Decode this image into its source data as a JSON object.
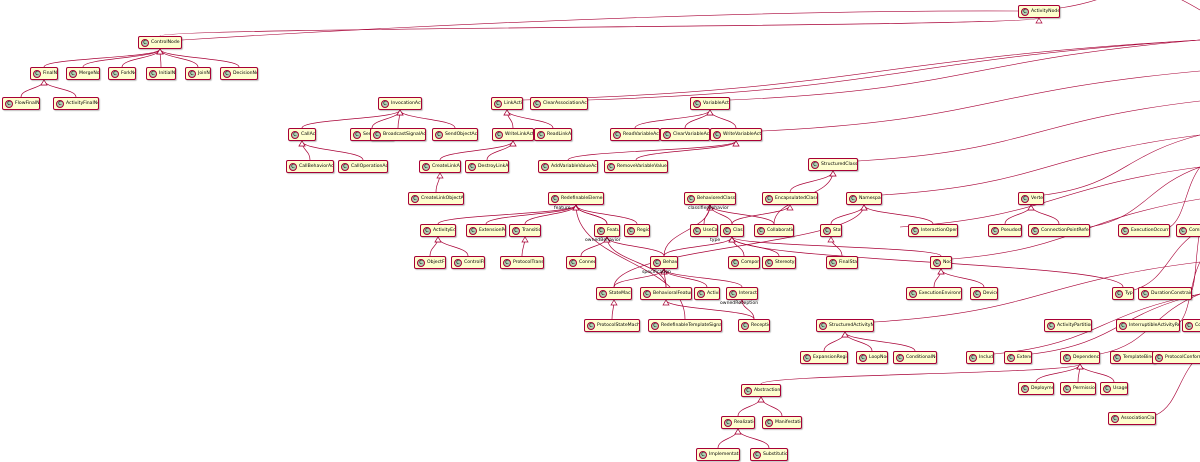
{
  "diagram": {
    "nodes": [
      {
        "id": "ControlNode",
        "label": "ControlNode"
      },
      {
        "id": "FinalNode",
        "label": "FinalNode"
      },
      {
        "id": "MergeNode",
        "label": "MergeNode"
      },
      {
        "id": "ForkNode",
        "label": "ForkNode"
      },
      {
        "id": "InitialNode",
        "label": "InitialNode"
      },
      {
        "id": "JoinNode",
        "label": "JoinNode"
      },
      {
        "id": "DecisionNode",
        "label": "DecisionNode"
      },
      {
        "id": "FlowFinalNode",
        "label": "FlowFinalNode"
      },
      {
        "id": "ActivityFinalNode",
        "label": "ActivityFinalNode"
      },
      {
        "id": "ActivityNode",
        "label": "ActivityNode"
      },
      {
        "id": "InvocationAction",
        "label": "InvocationAction"
      },
      {
        "id": "CallAction",
        "label": "CallAction"
      },
      {
        "id": "SendSignalAction",
        "label": "SendSignalAction"
      },
      {
        "id": "BroadcastSignalAction",
        "label": "BroadcastSignalAction"
      },
      {
        "id": "SendObjectAction",
        "label": "SendObjectAction"
      },
      {
        "id": "CallBehaviorAction",
        "label": "CallBehaviorAction"
      },
      {
        "id": "CallOperationAction",
        "label": "CallOperationAction"
      },
      {
        "id": "LinkAction",
        "label": "LinkAction"
      },
      {
        "id": "ClearAssociationAction",
        "label": "ClearAssociationAction"
      },
      {
        "id": "WriteLinkAction",
        "label": "WriteLinkAction"
      },
      {
        "id": "ReadLinkAction",
        "label": "ReadLinkAction"
      },
      {
        "id": "CreateLinkAction",
        "label": "CreateLinkAction"
      },
      {
        "id": "DestroyLinkAction",
        "label": "DestroyLinkAction"
      },
      {
        "id": "CreateLinkObjectAction",
        "label": "CreateLinkObjectAction"
      },
      {
        "id": "VariableAction",
        "label": "VariableAction"
      },
      {
        "id": "ReadVariableAction",
        "label": "ReadVariableAction"
      },
      {
        "id": "ClearVariableAction",
        "label": "ClearVariableAction"
      },
      {
        "id": "WriteVariableAction",
        "label": "WriteVariableAction"
      },
      {
        "id": "AddVariableValueAction",
        "label": "AddVariableValueAction"
      },
      {
        "id": "RemoveVariableValueAction",
        "label": "RemoveVariableValueAction"
      },
      {
        "id": "StructuredClassifier",
        "label": "StructuredClassifier"
      },
      {
        "id": "EncapsulatedClassifier",
        "label": "EncapsulatedClassifier"
      },
      {
        "id": "BehavioredClassifier",
        "label": "BehavioredClassifier"
      },
      {
        "id": "RedefinableElement",
        "label": "RedefinableElement"
      },
      {
        "id": "Namespace",
        "label": "Namespace"
      },
      {
        "id": "Vertex",
        "label": "Vertex"
      },
      {
        "id": "ActivityEdge",
        "label": "ActivityEdge"
      },
      {
        "id": "ExtensionPoint",
        "label": "ExtensionPoint"
      },
      {
        "id": "Transition",
        "label": "Transition"
      },
      {
        "id": "Feature",
        "label": "Feature"
      },
      {
        "id": "Region",
        "label": "Region"
      },
      {
        "id": "UseCase",
        "label": "UseCase"
      },
      {
        "id": "Class",
        "label": "Class"
      },
      {
        "id": "Collaboration",
        "label": "Collaboration"
      },
      {
        "id": "State",
        "label": "State"
      },
      {
        "id": "InteractionOperand",
        "label": "InteractionOperand"
      },
      {
        "id": "Pseudostate",
        "label": "Pseudostate"
      },
      {
        "id": "ConnectionPointReference",
        "label": "ConnectionPointReference"
      },
      {
        "id": "ExecutionOccurrence",
        "label": "ExecutionOccurrence"
      },
      {
        "id": "Combin",
        "label": "Combin"
      },
      {
        "id": "ObjectFlow",
        "label": "ObjectFlow"
      },
      {
        "id": "ControlFlow",
        "label": "ControlFlow"
      },
      {
        "id": "ProtocolTransition",
        "label": "ProtocolTransition"
      },
      {
        "id": "Connector",
        "label": "Connector"
      },
      {
        "id": "Behavior",
        "label": "Behavior"
      },
      {
        "id": "Component",
        "label": "Component"
      },
      {
        "id": "Stereotype",
        "label": "Stereotype"
      },
      {
        "id": "FinalState",
        "label": "FinalState"
      },
      {
        "id": "Node",
        "label": "Node"
      },
      {
        "id": "StateMachine",
        "label": "StateMachine"
      },
      {
        "id": "BehavioralFeature",
        "label": "BehavioralFeature"
      },
      {
        "id": "Activity",
        "label": "Activity"
      },
      {
        "id": "Interaction",
        "label": "Interaction"
      },
      {
        "id": "ExecutionEnvironment",
        "label": "ExecutionEnvironment"
      },
      {
        "id": "Device",
        "label": "Device"
      },
      {
        "id": "Type",
        "label": "Type"
      },
      {
        "id": "DurationConstraint",
        "label": "DurationConstraint"
      },
      {
        "id": "ProtocolStateMachine",
        "label": "ProtocolStateMachine"
      },
      {
        "id": "RedefinableTemplateSignature",
        "label": "RedefinableTemplateSignature"
      },
      {
        "id": "Reception",
        "label": "Reception"
      },
      {
        "id": "StructuredActivityNode",
        "label": "StructuredActivityNode"
      },
      {
        "id": "ActivityPartition",
        "label": "ActivityPartition"
      },
      {
        "id": "InterruptibleActivityRegion",
        "label": "InterruptibleActivityRegion"
      },
      {
        "id": "Comm",
        "label": "Comm"
      },
      {
        "id": "ExpansionRegion",
        "label": "ExpansionRegion"
      },
      {
        "id": "LoopNode",
        "label": "LoopNode"
      },
      {
        "id": "ConditionalNode",
        "label": "ConditionalNode"
      },
      {
        "id": "Include",
        "label": "Include"
      },
      {
        "id": "Extend",
        "label": "Extend"
      },
      {
        "id": "Dependency",
        "label": "Dependency"
      },
      {
        "id": "TemplateBinding",
        "label": "TemplateBinding"
      },
      {
        "id": "ProtocolConformance",
        "label": "ProtocolConformance"
      },
      {
        "id": "Deployment",
        "label": "Deployment"
      },
      {
        "id": "Permission",
        "label": "Permission"
      },
      {
        "id": "Usage",
        "label": "Usage"
      },
      {
        "id": "Abstraction",
        "label": "Abstraction"
      },
      {
        "id": "Realization",
        "label": "Realization"
      },
      {
        "id": "Manifestation",
        "label": "Manifestation"
      },
      {
        "id": "Implementation",
        "label": "Implementation"
      },
      {
        "id": "Substitution",
        "label": "Substitution"
      },
      {
        "id": "AssociationClass",
        "label": "AssociationClass"
      }
    ],
    "edges": [
      {
        "from": "FinalNode",
        "to": "ControlNode",
        "kind": "generalization"
      },
      {
        "from": "MergeNode",
        "to": "ControlNode",
        "kind": "generalization"
      },
      {
        "from": "ForkNode",
        "to": "ControlNode",
        "kind": "generalization"
      },
      {
        "from": "InitialNode",
        "to": "ControlNode",
        "kind": "generalization"
      },
      {
        "from": "JoinNode",
        "to": "ControlNode",
        "kind": "generalization"
      },
      {
        "from": "DecisionNode",
        "to": "ControlNode",
        "kind": "generalization"
      },
      {
        "from": "FlowFinalNode",
        "to": "FinalNode",
        "kind": "generalization"
      },
      {
        "from": "ActivityFinalNode",
        "to": "FinalNode",
        "kind": "generalization"
      },
      {
        "from": "ControlNode",
        "to": "ActivityNode",
        "kind": "generalization"
      },
      {
        "from": "CallAction",
        "to": "InvocationAction",
        "kind": "generalization"
      },
      {
        "from": "SendSignalAction",
        "to": "InvocationAction",
        "kind": "generalization"
      },
      {
        "from": "BroadcastSignalAction",
        "to": "InvocationAction",
        "kind": "generalization"
      },
      {
        "from": "SendObjectAction",
        "to": "InvocationAction",
        "kind": "generalization"
      },
      {
        "from": "CallBehaviorAction",
        "to": "CallAction",
        "kind": "generalization"
      },
      {
        "from": "CallOperationAction",
        "to": "CallAction",
        "kind": "generalization"
      },
      {
        "from": "WriteLinkAction",
        "to": "LinkAction",
        "kind": "generalization"
      },
      {
        "from": "ReadLinkAction",
        "to": "LinkAction",
        "kind": "generalization"
      },
      {
        "from": "CreateLinkAction",
        "to": "WriteLinkAction",
        "kind": "generalization"
      },
      {
        "from": "DestroyLinkAction",
        "to": "WriteLinkAction",
        "kind": "generalization"
      },
      {
        "from": "CreateLinkObjectAction",
        "to": "CreateLinkAction",
        "kind": "generalization"
      },
      {
        "from": "ReadVariableAction",
        "to": "VariableAction",
        "kind": "generalization"
      },
      {
        "from": "ClearVariableAction",
        "to": "VariableAction",
        "kind": "generalization"
      },
      {
        "from": "WriteVariableAction",
        "to": "VariableAction",
        "kind": "generalization"
      },
      {
        "from": "AddVariableValueAction",
        "to": "WriteVariableAction",
        "kind": "generalization"
      },
      {
        "from": "RemoveVariableValueAction",
        "to": "WriteVariableAction",
        "kind": "generalization"
      },
      {
        "from": "EncapsulatedClassifier",
        "to": "StructuredClassifier",
        "kind": "generalization"
      },
      {
        "from": "ActivityEdge",
        "to": "RedefinableElement",
        "kind": "generalization"
      },
      {
        "from": "ExtensionPoint",
        "to": "RedefinableElement",
        "kind": "generalization"
      },
      {
        "from": "Transition",
        "to": "RedefinableElement",
        "kind": "generalization"
      },
      {
        "from": "Feature",
        "to": "RedefinableElement",
        "kind": "generalization"
      },
      {
        "from": "Region",
        "to": "RedefinableElement",
        "kind": "generalization"
      },
      {
        "from": "ObjectFlow",
        "to": "ActivityEdge",
        "kind": "generalization"
      },
      {
        "from": "ControlFlow",
        "to": "ActivityEdge",
        "kind": "generalization"
      },
      {
        "from": "ProtocolTransition",
        "to": "Transition",
        "kind": "generalization"
      },
      {
        "from": "Connector",
        "to": "Feature",
        "kind": "generalization"
      },
      {
        "from": "UseCase",
        "to": "BehavioredClassifier",
        "kind": "generalization"
      },
      {
        "from": "Class",
        "to": "BehavioredClassifier",
        "kind": "generalization"
      },
      {
        "from": "Collaboration",
        "to": "BehavioredClassifier",
        "kind": "generalization"
      },
      {
        "from": "Class",
        "to": "EncapsulatedClassifier",
        "kind": "generalization"
      },
      {
        "from": "Collaboration",
        "to": "StructuredClassifier",
        "kind": "generalization"
      },
      {
        "from": "State",
        "to": "Namespace",
        "kind": "generalization"
      },
      {
        "from": "InteractionOperand",
        "to": "Namespace",
        "kind": "generalization"
      },
      {
        "from": "Pseudostate",
        "to": "Vertex",
        "kind": "generalization"
      },
      {
        "from": "ConnectionPointReference",
        "to": "Vertex",
        "kind": "generalization"
      },
      {
        "from": "Component",
        "to": "Class",
        "kind": "generalization"
      },
      {
        "from": "Stereotype",
        "to": "Class",
        "kind": "generalization"
      },
      {
        "from": "FinalState",
        "to": "State",
        "kind": "generalization"
      },
      {
        "from": "Node",
        "to": "Class",
        "kind": "generalization"
      },
      {
        "from": "ExecutionEnvironment",
        "to": "Node",
        "kind": "generalization"
      },
      {
        "from": "Device",
        "to": "Node",
        "kind": "generalization"
      },
      {
        "from": "StateMachine",
        "to": "Behavior",
        "kind": "generalization"
      },
      {
        "from": "Activity",
        "to": "Behavior",
        "kind": "generalization"
      },
      {
        "from": "Interaction",
        "to": "Behavior",
        "kind": "generalization"
      },
      {
        "from": "Behavior",
        "to": "Class",
        "kind": "generalization"
      },
      {
        "from": "ProtocolStateMachine",
        "to": "StateMachine",
        "kind": "generalization"
      },
      {
        "from": "BehavioralFeature",
        "to": "Feature",
        "kind": "generalization"
      },
      {
        "from": "Reception",
        "to": "BehavioralFeature",
        "kind": "generalization"
      },
      {
        "from": "ExpansionRegion",
        "to": "StructuredActivityNode",
        "kind": "generalization"
      },
      {
        "from": "LoopNode",
        "to": "StructuredActivityNode",
        "kind": "generalization"
      },
      {
        "from": "ConditionalNode",
        "to": "StructuredActivityNode",
        "kind": "generalization"
      },
      {
        "from": "Deployment",
        "to": "Dependency",
        "kind": "generalization"
      },
      {
        "from": "Permission",
        "to": "Dependency",
        "kind": "generalization"
      },
      {
        "from": "Usage",
        "to": "Dependency",
        "kind": "generalization"
      },
      {
        "from": "Abstraction",
        "to": "Dependency",
        "kind": "generalization"
      },
      {
        "from": "Realization",
        "to": "Abstraction",
        "kind": "generalization"
      },
      {
        "from": "Manifestation",
        "to": "Abstraction",
        "kind": "generalization"
      },
      {
        "from": "Implementation",
        "to": "Realization",
        "kind": "generalization"
      },
      {
        "from": "Substitution",
        "to": "Realization",
        "kind": "generalization"
      },
      {
        "from": "RedefinableTemplateSignature",
        "to": "RedefinableElement",
        "kind": "generalization"
      },
      {
        "from": "StateMachine",
        "to": "Namespace",
        "kind": "generalization"
      },
      {
        "from": "Behavior",
        "to": "Feature",
        "kind": "association",
        "label": "ownedBehavior"
      },
      {
        "from": "Behavior",
        "to": "BehavioredClassifier",
        "kind": "association",
        "label": "classifierBehavior"
      },
      {
        "from": "BehavioralFeature",
        "to": "Behavior",
        "kind": "association",
        "label": "specification"
      },
      {
        "from": "Reception",
        "to": "Interaction",
        "kind": "association",
        "label": "ownedReception"
      },
      {
        "from": "Feature",
        "to": "RedefinableElement",
        "kind": "association",
        "label": "feature"
      },
      {
        "from": "Type",
        "to": "Class",
        "kind": "association",
        "label": "type"
      }
    ]
  }
}
